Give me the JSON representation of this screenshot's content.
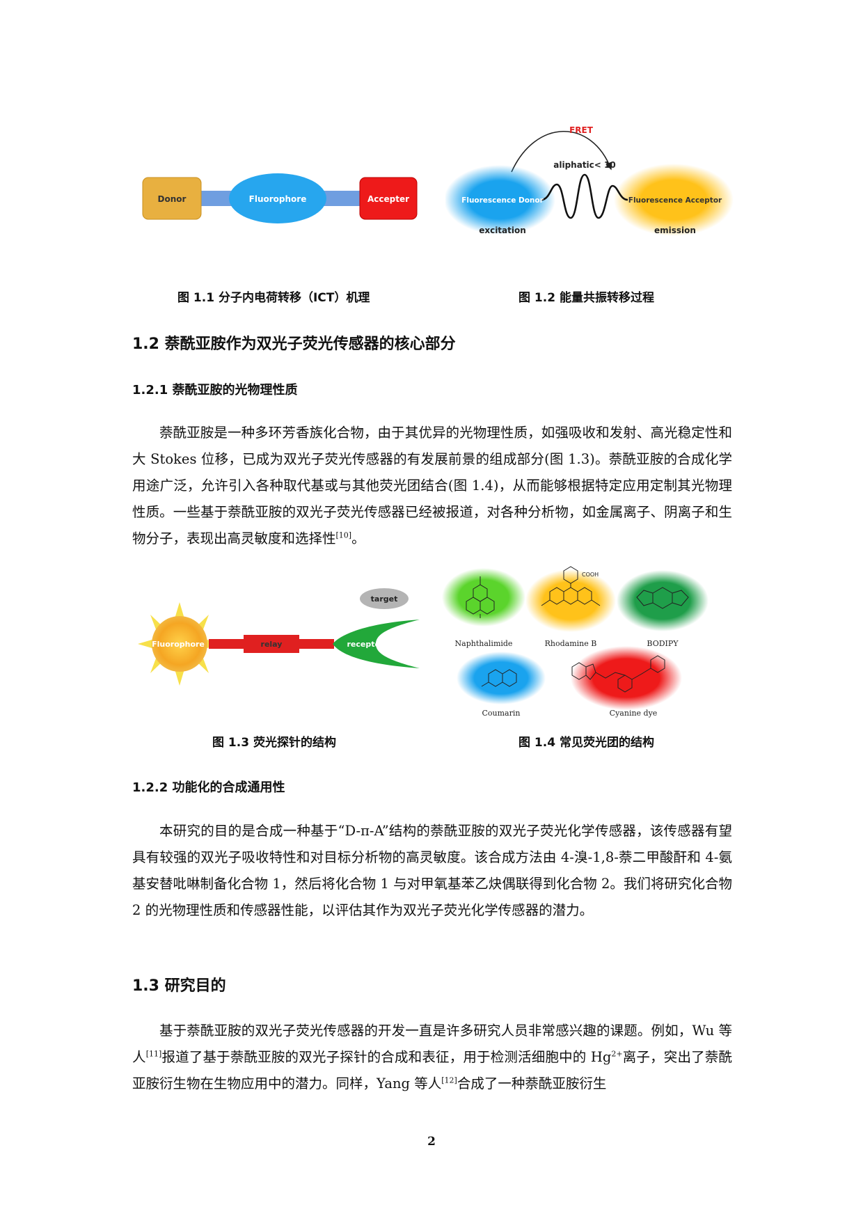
{
  "fig1_1": {
    "donor": "Donor",
    "fluorophore": "Fluorophore",
    "accepter": "Accepter",
    "caption": "图 1.1  分子内电荷转移（ICT）机理"
  },
  "fig1_2": {
    "fret": "FRET",
    "aliphatic": "aliphatic< 10",
    "donor": "Fluorescence Donor",
    "acceptor": "Fluorescence Acceptor",
    "excitation": "excitation",
    "emission": "emission",
    "caption": "图 1.2  能量共振转移过程"
  },
  "section1_2": {
    "title": "1.2  萘酰亚胺作为双光子荧光传感器的核心部分"
  },
  "section1_2_1": {
    "title": "1.2.1  萘酰亚胺的光物理性质",
    "para_a": "萘酰亚胺是一种多环芳香族化合物，由于其优异的光物理性质，如强吸收和发射、高光稳定性和大 Stokes 位移，已成为双光子荧光传感器的有发展前景的组成部分(图 1.3)。萘酰亚胺的合成化学用途广泛，允许引入各种取代基或与其他荧光团结合(图 1.4)，从而能够根据特定应用定制其光物理性质。一些基于萘酰亚胺的双光子荧光传感器已经被报道，对各种分析物，如金属离子、阴离子和生物分子，表现出高灵敏度和选择性",
    "ref_a": "[10]",
    "para_a_end": "。"
  },
  "fig1_3": {
    "target": "target",
    "fluorophore": "Fluorophore",
    "relay": "relay",
    "receptor": "receptor",
    "caption": "图 1.3  荧光探针的结构"
  },
  "fig1_4": {
    "naphthalimide": "Naphthalimide",
    "rhodamine": "Rhodamine B",
    "bodipy": "BODIPY",
    "coumarin": "Coumarin",
    "cyanine": "Cyanine dye",
    "cooh": "COOH",
    "caption": "图 1.4  常见荧光团的结构"
  },
  "section1_2_2": {
    "title": "1.2.2  功能化的合成通用性",
    "para": "本研究的目的是合成一种基于“D-π-A”结构的萘酰亚胺的双光子荧光化学传感器，该传感器有望具有较强的双光子吸收特性和对目标分析物的高灵敏度。该合成方法由 4-溴-1,8-萘二甲酸酐和 4-氨基安替吡啉制备化合物 1，然后将化合物 1 与对甲氧基苯乙炔偶联得到化合物 2。我们将研究化合物 2 的光物理性质和传感器性能，以评估其作为双光子荧光化学传感器的潜力。"
  },
  "section1_3": {
    "title": "1.3  研究目的",
    "p1": "基于萘酰亚胺的双光子荧光传感器的开发一直是许多研究人员非常感兴趣的课题。例如，Wu 等人",
    "ref1": "[11]",
    "p2": "报道了基于萘酰亚胺的双光子探针的合成和表征，用于检测活细胞中的 Hg",
    "sup_charge": "2+",
    "p3": "离子，突出了萘酰亚胺衍生物在生物应用中的潜力。同样，Yang 等人",
    "ref2": "[12]",
    "p4": "合成了一种萘酰亚胺衍生"
  },
  "page_number": "2"
}
